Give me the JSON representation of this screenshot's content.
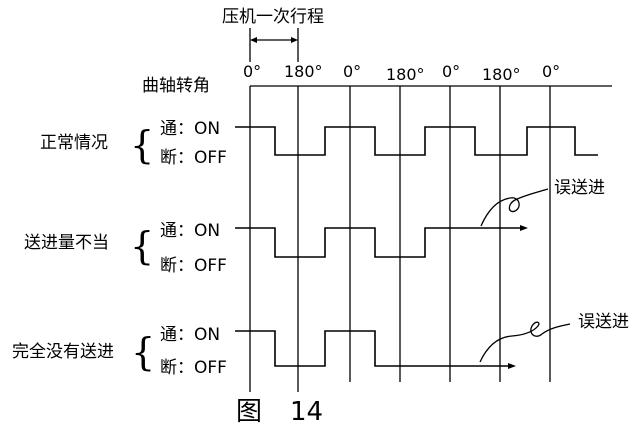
{
  "stroke_text": "压机一次行程",
  "crank_label": "曲轴转角",
  "angle_labels": [
    "0°",
    "180°",
    "0°",
    "180°",
    "0°",
    "180°",
    "0°"
  ],
  "rows": [
    {
      "label": "正常情况",
      "on": "通：ON",
      "off": "断：OFF"
    },
    {
      "label": "送进量不当",
      "on": "通：ON",
      "off": "断：OFF"
    },
    {
      "label": "完全没有送进",
      "on": "通：ON",
      "off": "断：OFF"
    }
  ],
  "annotation": "误送进",
  "caption_prefix": "图",
  "caption_number": "14",
  "colors": {
    "line": "#000000",
    "background": "#ffffff"
  }
}
